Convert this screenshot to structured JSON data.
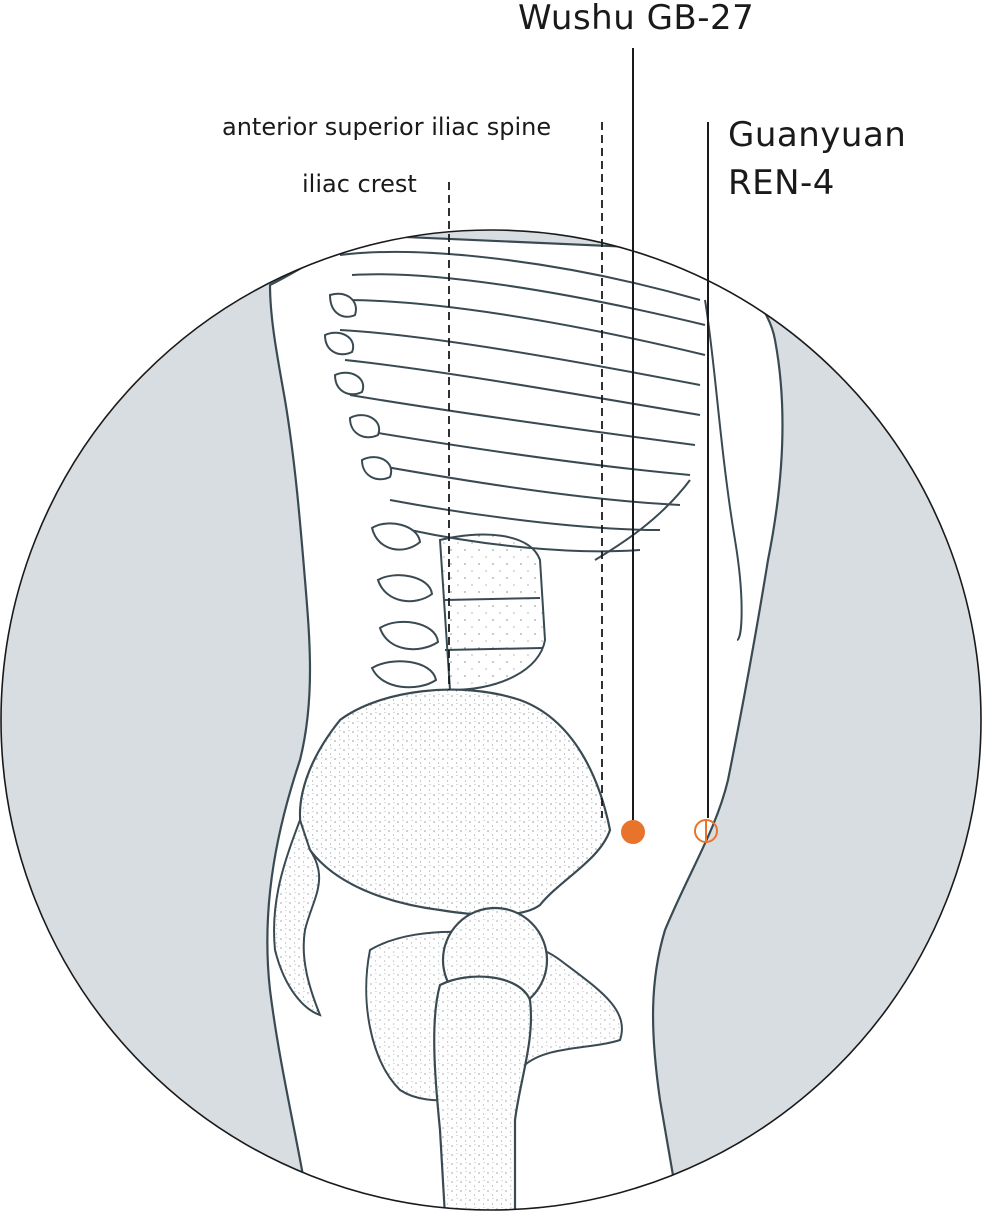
{
  "labels": {
    "wushu": "Wushu GB-27",
    "asis": "anterior superior iliac spine",
    "iliac_crest": "iliac crest",
    "guanyuan_name": "Guanyuan",
    "guanyuan_code": "REN-4"
  },
  "colors": {
    "background_fill": "#d8dde1",
    "line": "#3a4a52",
    "point_accent": "#e8732a",
    "bone_fill": "#ffffff"
  }
}
